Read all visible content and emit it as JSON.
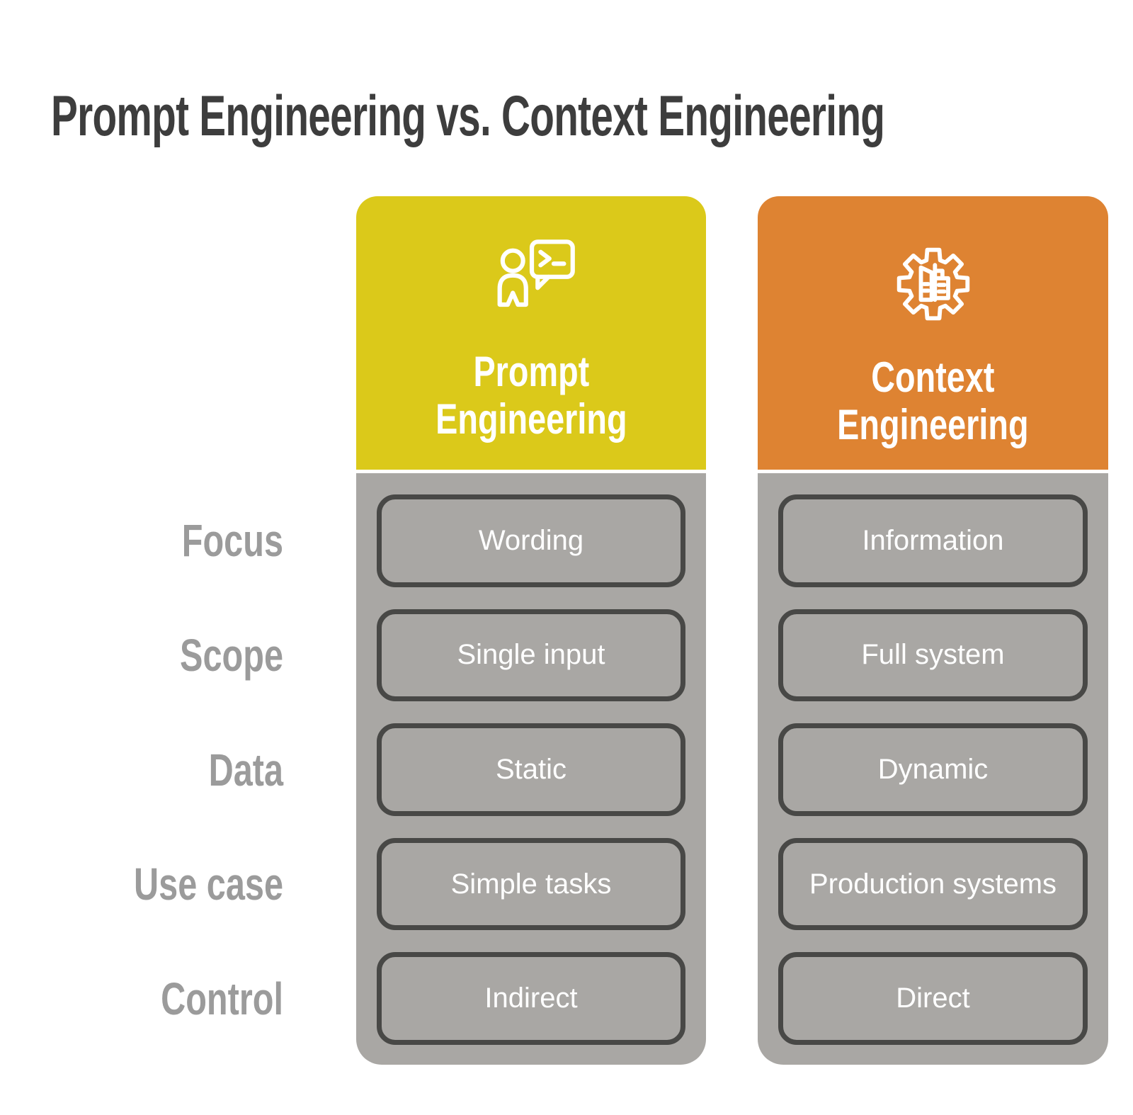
{
  "title": "Prompt Engineering vs. Context Engineering",
  "row_labels": [
    "Focus",
    "Scope",
    "Data",
    "Use case",
    "Control"
  ],
  "columns": [
    {
      "name": "Prompt Engineering",
      "header_lines": [
        "Prompt",
        "Engineering"
      ],
      "icon": "person-chat-terminal-icon",
      "values": [
        "Wording",
        "Single input",
        "Static",
        "Simple tasks",
        "Indirect"
      ]
    },
    {
      "name": "Context Engineering",
      "header_lines": [
        "Context",
        "Engineering"
      ],
      "icon": "gear-document-icon",
      "values": [
        "Information",
        "Full system",
        "Dynamic",
        "Production systems",
        "Direct"
      ]
    }
  ],
  "colors": {
    "background": "#ffffff",
    "title_text": "#3d3d3d",
    "row_label_text": "#9b9b9b",
    "prompt_header": "#dbc91a",
    "context_header": "#de8332",
    "column_body": "#a9a7a4",
    "pill_border": "#484846",
    "pill_text": "#ffffff",
    "header_text": "#ffffff",
    "icon_stroke": "#ffffff"
  }
}
